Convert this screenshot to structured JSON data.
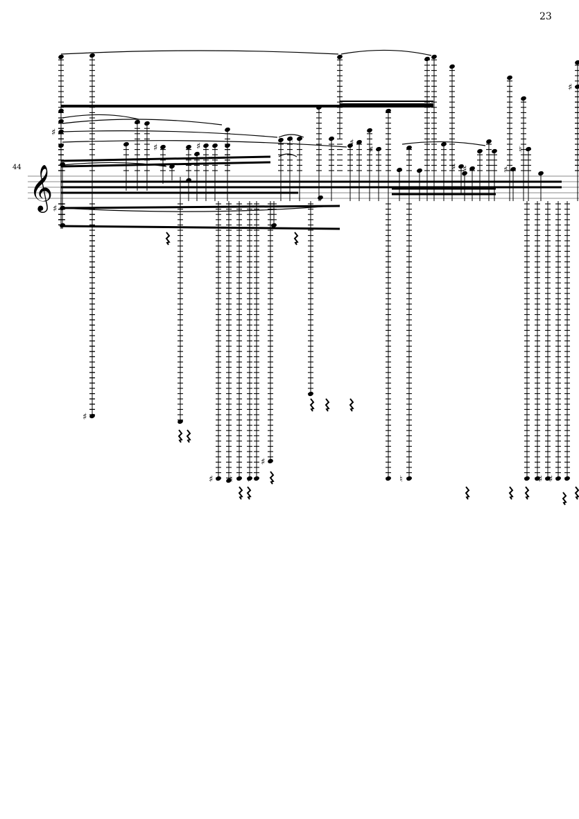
{
  "page": {
    "number": "23"
  },
  "score": {
    "measure_number": "44",
    "clef": "treble",
    "ink_color": "#000000",
    "staff_color": "#888888"
  }
}
